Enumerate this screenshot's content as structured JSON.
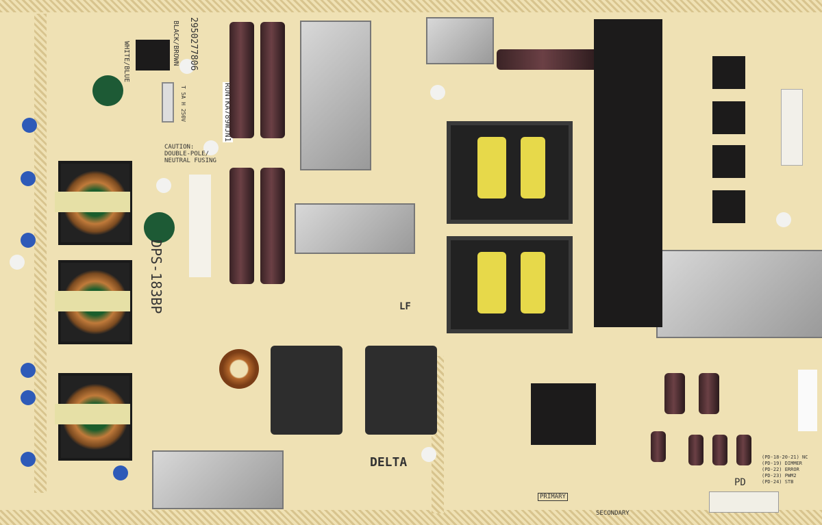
{
  "board": {
    "model": "DPS-183BP",
    "brand": "DELTA",
    "part_number": "2950277806",
    "runtka": "RUNTKA789WJN1",
    "wire_black": "BLACK/BROWN",
    "wire_white": "WHITE/BLUE",
    "caution": "CAUTION:\nDOUBLE-POLE/\nNEUTRAL FUSING",
    "fuse_rating": "T 5A H 250V",
    "lf_mark": "LF",
    "primary": "PRIMARY",
    "secondary": "SECONDARY",
    "pd": "PD",
    "pd_legend": [
      "(PD-18-20-21) NC",
      "(PD-19) DIMMER",
      "(PD-22) ERROR",
      "(PD-23) PWM2",
      "(PD-24) STB"
    ],
    "colors": {
      "board": "#efe1b4",
      "capacitor": "#4a2c30",
      "transformer_tape": "#e7d94a",
      "heatsink": "#1c1b1b"
    }
  }
}
